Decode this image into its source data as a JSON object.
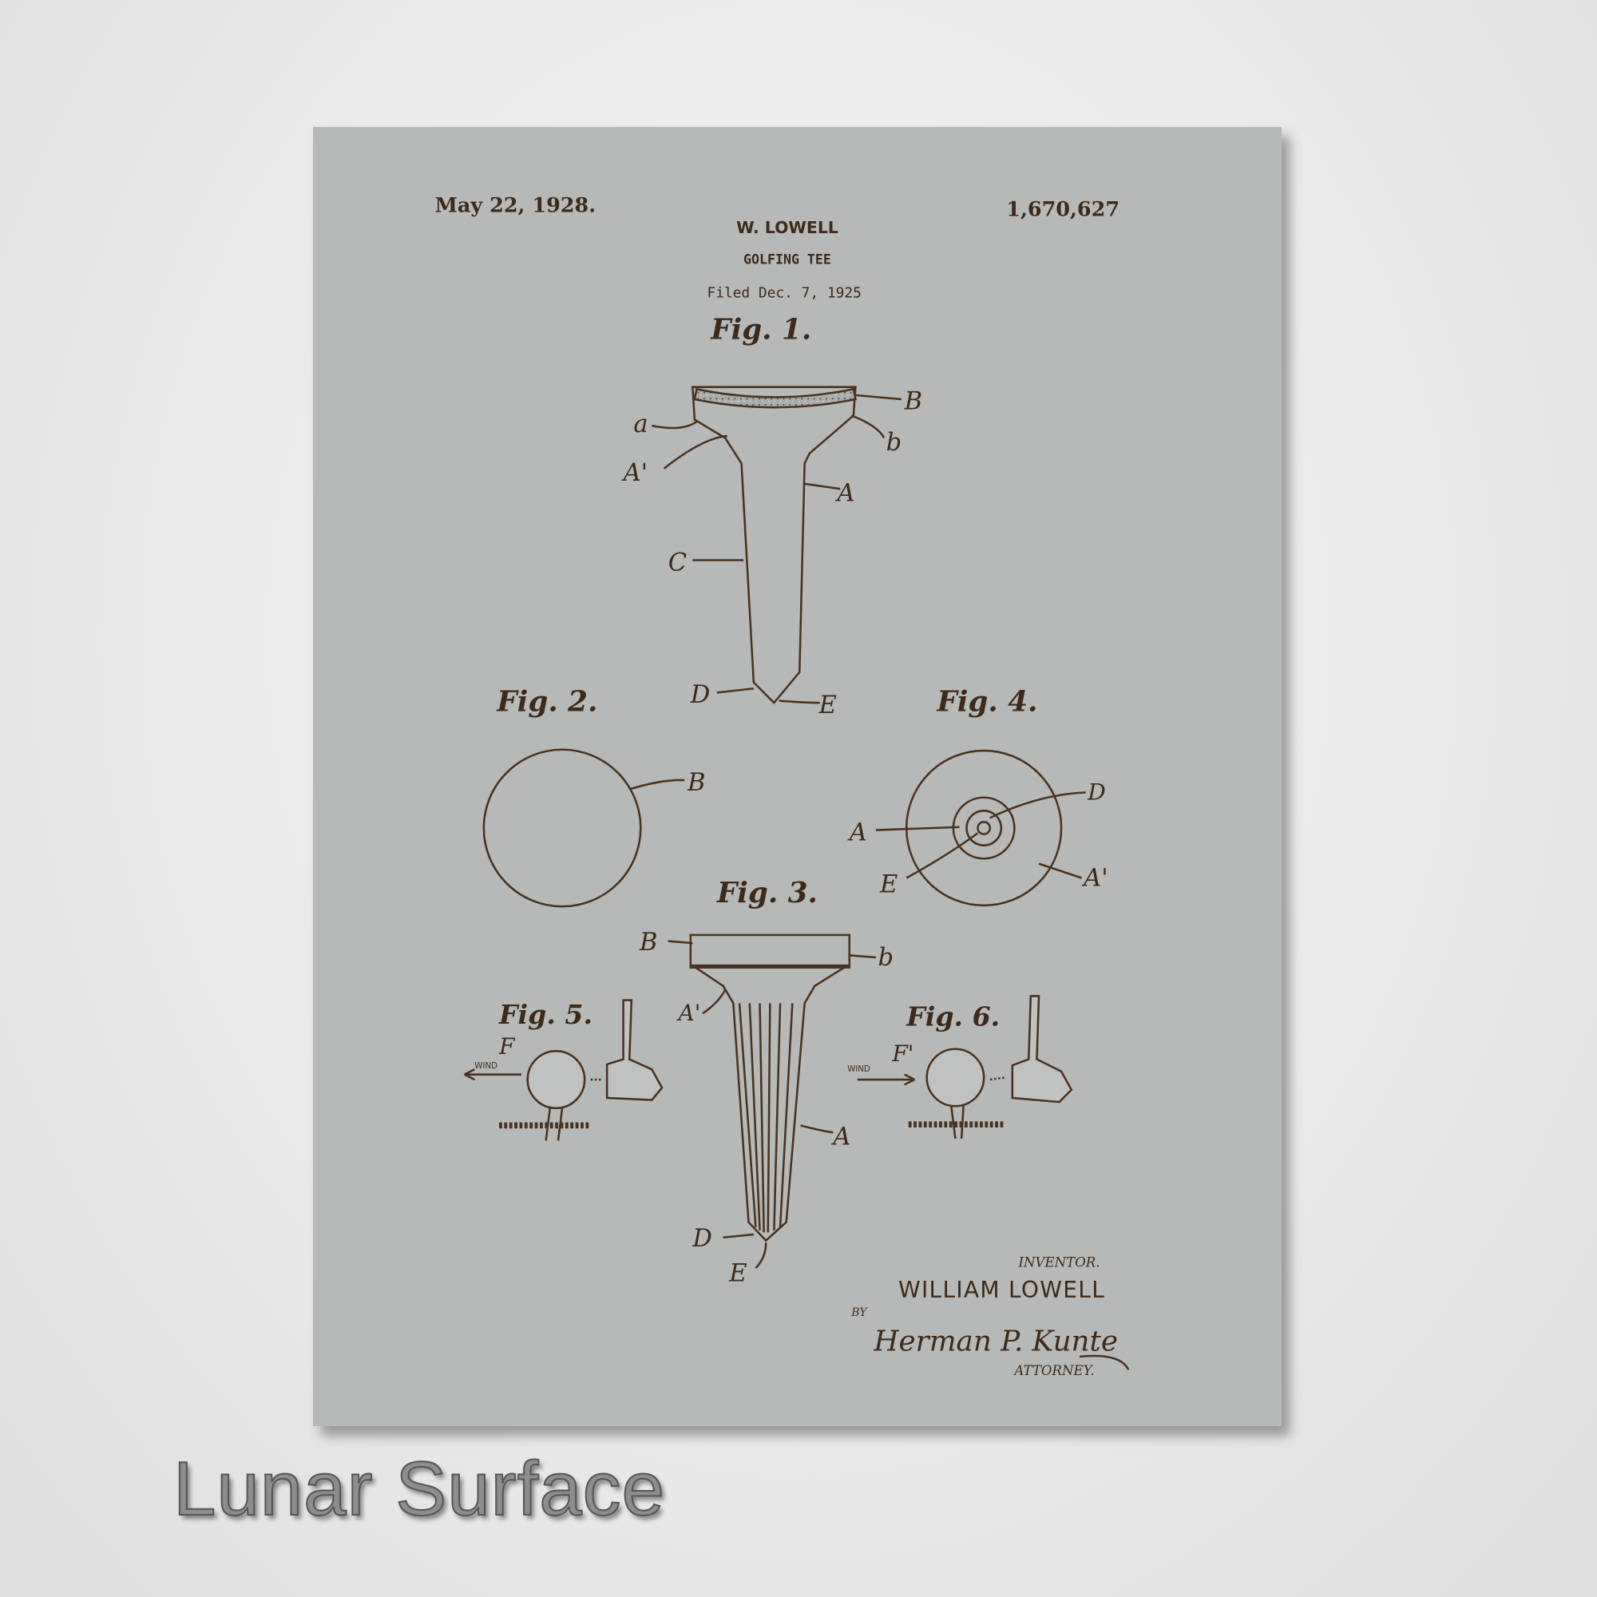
{
  "patent": {
    "date": "May 22, 1928.",
    "number": "1,670,627",
    "inventor_header": "W. LOWELL",
    "title": "GOLFING TEE",
    "filed": "Filed Dec. 7, 1925"
  },
  "figures": {
    "fig1": {
      "title": "Fig. 1.",
      "labels": [
        "B",
        "a",
        "b",
        "A'",
        "A",
        "C",
        "D",
        "E"
      ]
    },
    "fig2": {
      "title": "Fig. 2.",
      "labels": [
        "B"
      ]
    },
    "fig3": {
      "title": "Fig. 3.",
      "labels": [
        "B",
        "b",
        "A'",
        "A",
        "D",
        "E"
      ]
    },
    "fig4": {
      "title": "Fig. 4.",
      "labels": [
        "D",
        "A",
        "E",
        "A'"
      ]
    },
    "fig5": {
      "title": "Fig. 5.",
      "labels": [
        "F",
        "WIND"
      ]
    },
    "fig6": {
      "title": "Fig. 6.",
      "labels": [
        "F'",
        "WIND"
      ]
    }
  },
  "signature_block": {
    "inventor_label": "INVENTOR.",
    "inventor_name": "WILLIAM LOWELL",
    "by": "BY",
    "attorney_signature": "Herman P. Kunte",
    "attorney_label": "ATTORNEY."
  },
  "caption": "Lunar Surface",
  "colors": {
    "paper": "#b6b9b8",
    "ink": "#4a3220",
    "wall": "#ececec"
  }
}
